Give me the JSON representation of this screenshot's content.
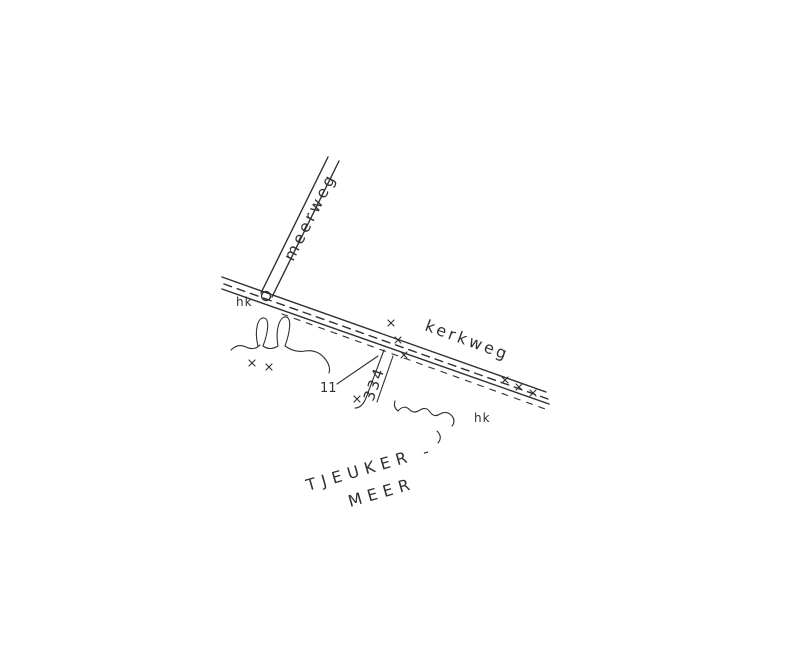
{
  "page": {
    "background": "#ffffff",
    "ink_color": "#2f2f2f",
    "description": "Hand-drawn cadastral sketch map of roads near Tjeukermeer"
  },
  "map": {
    "labels": {
      "meerweg": "meerweg",
      "kerkweg": "kerkweg",
      "hk_left": "hk",
      "hk_right": "hk",
      "parcel_11": "11",
      "parcel_334": "334",
      "lake_line1": "TJEUKER -",
      "lake_line2": "MEER"
    }
  }
}
